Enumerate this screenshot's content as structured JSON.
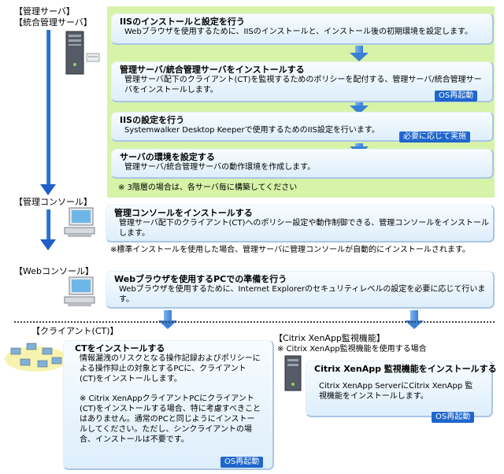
{
  "roles": {
    "admin_server": "【管理サーバ】",
    "unified_server": "【統合管理サーバ】",
    "admin_console": "【管理コンソール】",
    "web_console": "【Webコンソール】",
    "client": "【クライアント(CT)】",
    "citrix": "【Citrix XenApp監視機能】"
  },
  "server_steps": [
    {
      "title": "IISのインストールと設定を行う",
      "desc": "Webブラウザを使用するために、IISのインストールと、インストール後の初期環境を設定します。"
    },
    {
      "title": "管理サーバ/統合管理サーバをインストールする",
      "desc": "管理サーバ配下のクライアント(CT)を監視するためのポリシーを配付する、管理サーバ/統合管理サーバをインストールします。",
      "badge": "OS再起動"
    },
    {
      "title": "IISの設定を行う",
      "desc": "Systemwalker Desktop Keeperで使用するためのIIS設定を行います。",
      "badge": "必要に応じて実施"
    },
    {
      "title": "サーバの環境を設定する",
      "desc": "管理サーバ/統合管理サーバの動作環境を作成します。"
    }
  ],
  "server_note": "※ 3階層の場合は、各サーバ毎に構築してください",
  "console_step": {
    "title": "管理コンソールをインストールする",
    "desc": "管理サーバ配下のクライアント(CT)へのポリシー設定や動作制御できる、管理コンソールをインストールします。"
  },
  "console_note": "※標準インストールを使用した場合、管理サーバに管理コンソールが自動的にインストールされます。",
  "web_step": {
    "title": "Webブラウザを使用するPCでの準備を行う",
    "desc": "Webブラウザを使用するために、Internet Explorerのセキュリティレベルの設定を必要に応じて行います。"
  },
  "client_step": {
    "title": "CTをインストールする",
    "desc": "情報漏洩のリスクとなる操作記録およびポリシーによる操作抑止の対象とするPCに、クライアント(CT)をインストールします。",
    "note": "※ Citrix XenAppクライアントPCにクライアント(CT)をインストールする場合、特に考慮すべきことはありません。通常のPCと同じようにインストールしてください。ただし、シンクライアントの場合、インストールは不要です。",
    "badge": "OS再起動"
  },
  "citrix_note": "※ Citrix XenApp監視機能を使用する場合",
  "citrix_step": {
    "title": "Citrix XenApp 監視機能をインストールする",
    "desc": "Citrix XenApp ServerにCitrix XenApp 監視機能をインストールします。",
    "badge": "OS再起動"
  }
}
